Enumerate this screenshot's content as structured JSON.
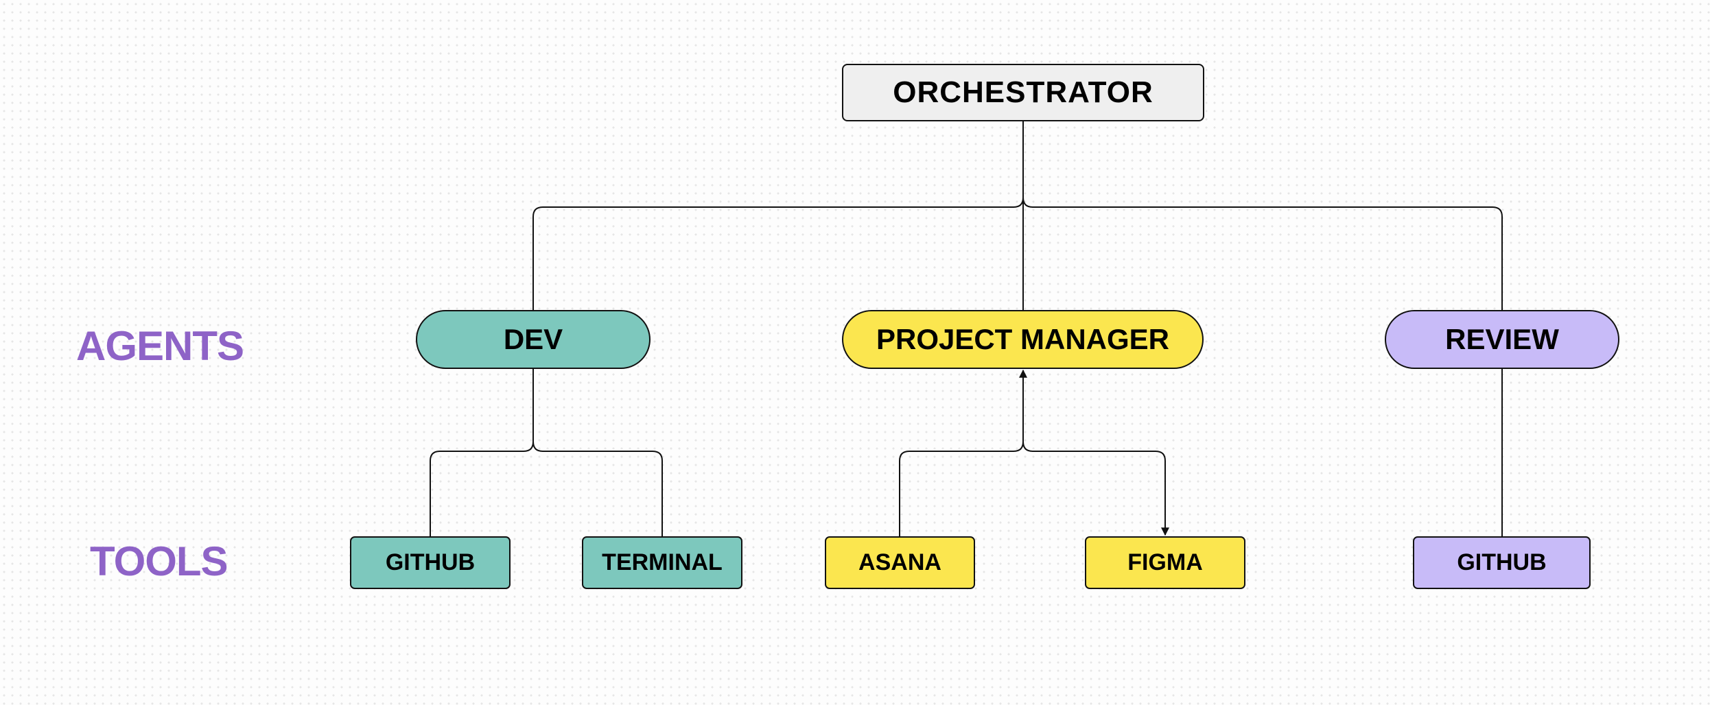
{
  "diagram": {
    "root": {
      "label": "ORCHESTRATOR",
      "color": "#efefef"
    },
    "row_labels": {
      "agents": "AGENTS",
      "tools": "TOOLS",
      "color": "#8e63c7"
    },
    "agents": [
      {
        "id": "dev",
        "label": "DEV",
        "color": "#7dc8bd"
      },
      {
        "id": "pm",
        "label": "PROJECT MANAGER",
        "color": "#fbe64f"
      },
      {
        "id": "review",
        "label": "REVIEW",
        "color": "#c8bbf8"
      }
    ],
    "tools": [
      {
        "id": "dev-github",
        "parent": "dev",
        "label": "GITHUB",
        "color": "#7dc8bd"
      },
      {
        "id": "dev-terminal",
        "parent": "dev",
        "label": "TERMINAL",
        "color": "#7dc8bd"
      },
      {
        "id": "pm-asana",
        "parent": "pm",
        "label": "ASANA",
        "color": "#fbe64f"
      },
      {
        "id": "pm-figma",
        "parent": "pm",
        "label": "FIGMA",
        "color": "#fbe64f"
      },
      {
        "id": "review-github",
        "parent": "review",
        "label": "GITHUB",
        "color": "#c8bbf8"
      }
    ]
  }
}
